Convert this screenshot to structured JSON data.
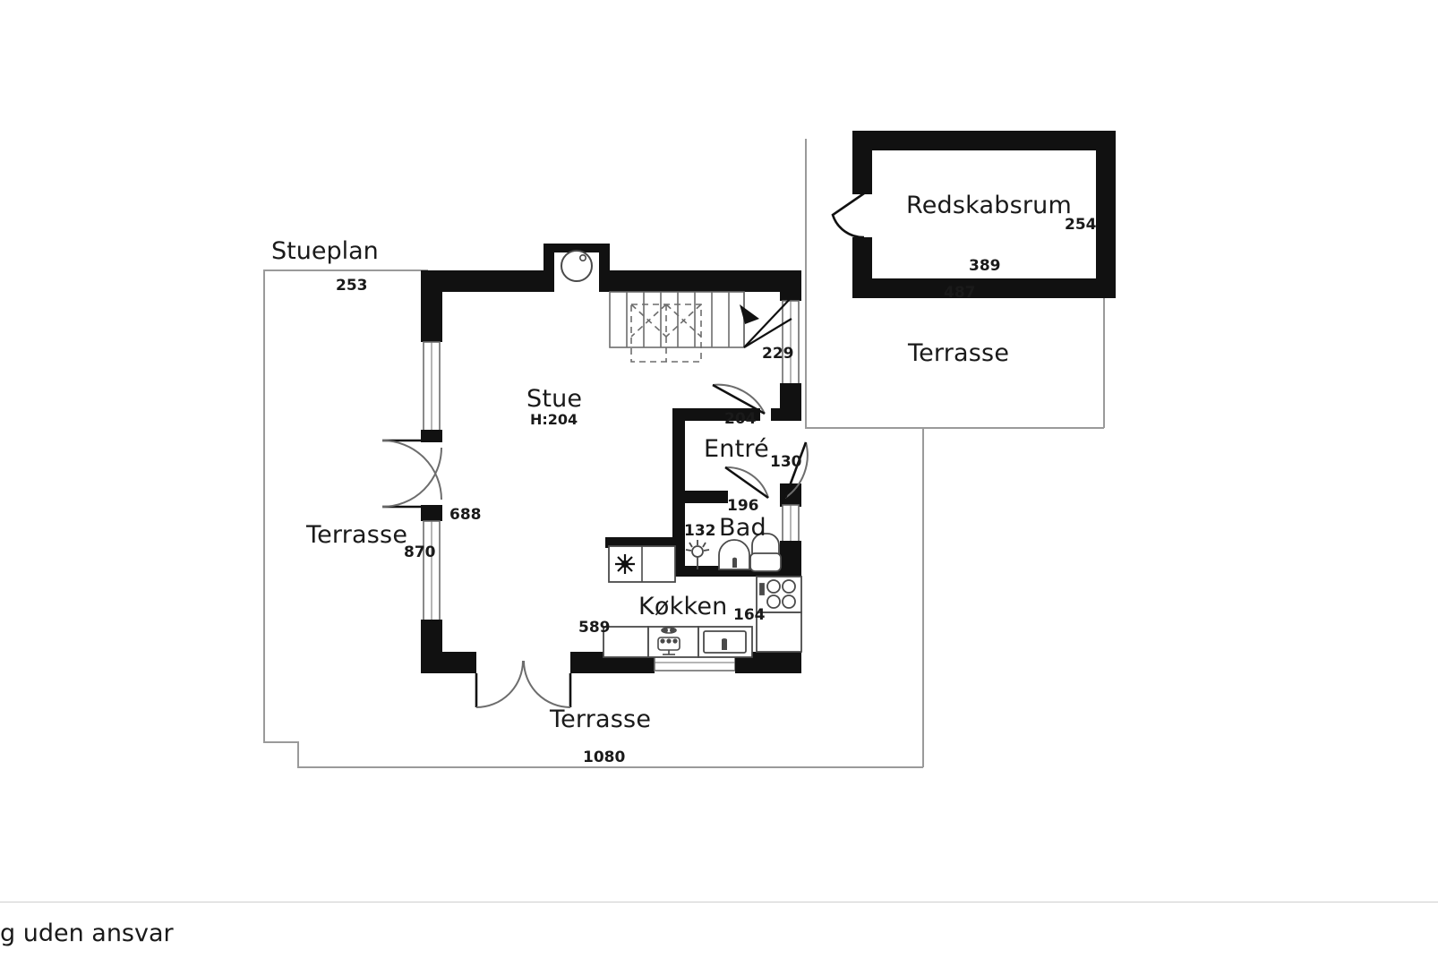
{
  "page": {
    "title": "Stueplan",
    "footer_note": "g uden ansvar"
  },
  "rooms": [
    {
      "name": "Stue",
      "height_note": "H:204"
    },
    {
      "name": "Entré",
      "height_note": ""
    },
    {
      "name": "Bad",
      "height_note": ""
    },
    {
      "name": "Køkken",
      "height_note": ""
    },
    {
      "name": "Redskabsrum",
      "height_note": ""
    }
  ],
  "labels": {
    "stueplan": "Stueplan",
    "stue": "Stue",
    "stue_height": "H:204",
    "entre": "Entré",
    "bad": "Bad",
    "kokken": "Køkken",
    "redskabsrum": "Redskabsrum",
    "terrasse_left": "Terrasse",
    "terrasse_bottom": "Terrasse",
    "terrasse_right": "Terrasse"
  },
  "dimensions": {
    "top_left_253": "253",
    "stairs_229": "229",
    "entre_204": "204",
    "entre_130": "130",
    "bad_196": "196",
    "bad_132": "132",
    "kokken_164": "164",
    "kokken_589": "589",
    "stue_688": "688",
    "stue_870": "870",
    "terrasse_1080": "1080",
    "redskabsrum_254": "254",
    "redskabsrum_389": "389",
    "redskabsrum_487": "487"
  },
  "colors": {
    "wall": "#111111",
    "thin_line": "#7a7a7a",
    "outline": "#9a9a9a",
    "text": "#1a1a1a",
    "background": "#ffffff"
  },
  "fixtures": [
    {
      "name": "sink-basin-top",
      "room": "Stue"
    },
    {
      "name": "staircase",
      "room": "Stue"
    },
    {
      "name": "refrigerator",
      "room": "Køkken"
    },
    {
      "name": "cooktop",
      "room": "Køkken"
    },
    {
      "name": "dishwasher",
      "room": "Køkken"
    },
    {
      "name": "kitchen-sink",
      "room": "Køkken"
    },
    {
      "name": "shower-head",
      "room": "Bad"
    },
    {
      "name": "wash-basin",
      "room": "Bad"
    },
    {
      "name": "toilet",
      "room": "Bad"
    }
  ]
}
